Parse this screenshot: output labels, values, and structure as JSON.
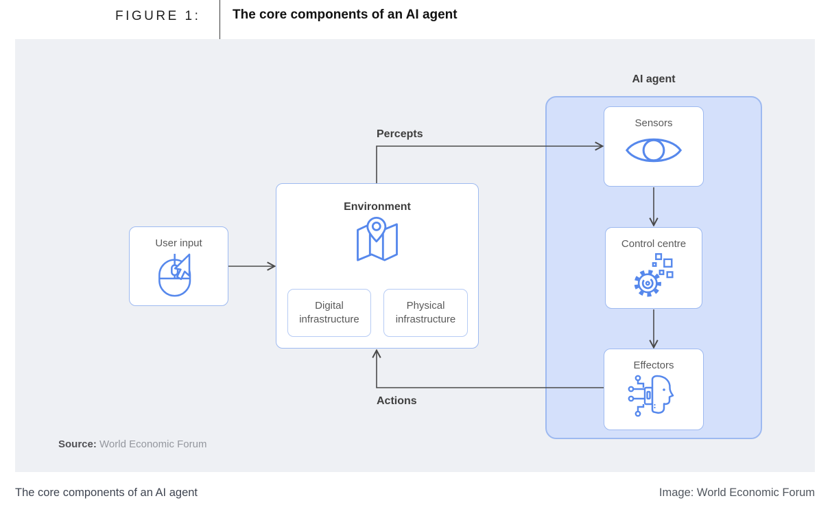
{
  "figure": {
    "label": "FIGURE 1:",
    "title": "The core components of an AI agent"
  },
  "diagram": {
    "agent": {
      "title": "AI agent",
      "nodes": [
        {
          "label": "Sensors",
          "icon": "eye-icon"
        },
        {
          "label": "Control centre",
          "icon": "gear-processing-icon"
        },
        {
          "label": "Effectors",
          "icon": "face-circuit-icon"
        }
      ]
    },
    "user_input": {
      "label": "User input",
      "icon": "mouse-cursor-icon"
    },
    "environment": {
      "title": "Environment",
      "icon": "map-pin-icon",
      "children": [
        {
          "label": "Digital infrastructure"
        },
        {
          "label": "Physical infrastructure"
        }
      ]
    },
    "flows": {
      "percepts": "Percepts",
      "actions": "Actions"
    },
    "source": {
      "prefix": "Source:",
      "name": "World Economic Forum"
    }
  },
  "footer": {
    "caption": "The core components of an AI agent",
    "credit": "Image: World Economic Forum"
  },
  "colors": {
    "panel_bg": "#eef0f4",
    "agent_fill": "#d4e0fb",
    "agent_border": "#9db9f0",
    "box_border": "#9db9f0",
    "icon_blue": "#5688ec",
    "arrow": "#4a4a4a",
    "label_dark": "#3d3d3d",
    "label_grey": "#595959"
  }
}
